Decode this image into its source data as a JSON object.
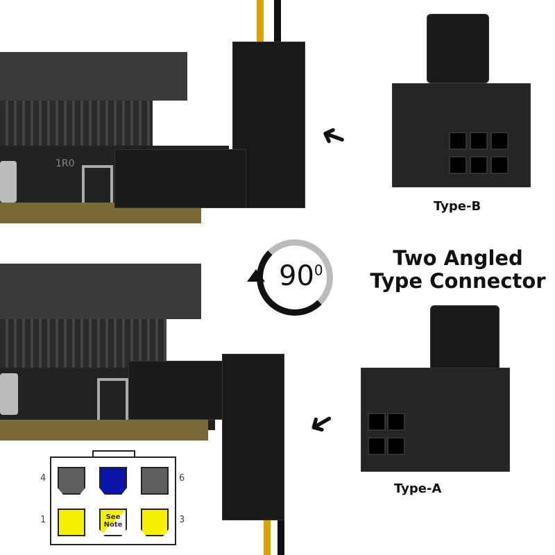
{
  "title": {
    "line1": "Two Angled",
    "line2": "Type Connector"
  },
  "rotation": {
    "value": "90",
    "unit": "0"
  },
  "labels": {
    "type_b": "Type-B",
    "type_a": "Type-A"
  },
  "pcb_marking": "1R0",
  "pinout": {
    "numbers": {
      "top_left": "4",
      "top_right": "6",
      "bottom_left": "1",
      "bottom_right": "3"
    },
    "note": "See Note",
    "colors": {
      "ground": "#5f5f5f",
      "sense": "#0a14a8",
      "power": "#f5f000"
    }
  }
}
